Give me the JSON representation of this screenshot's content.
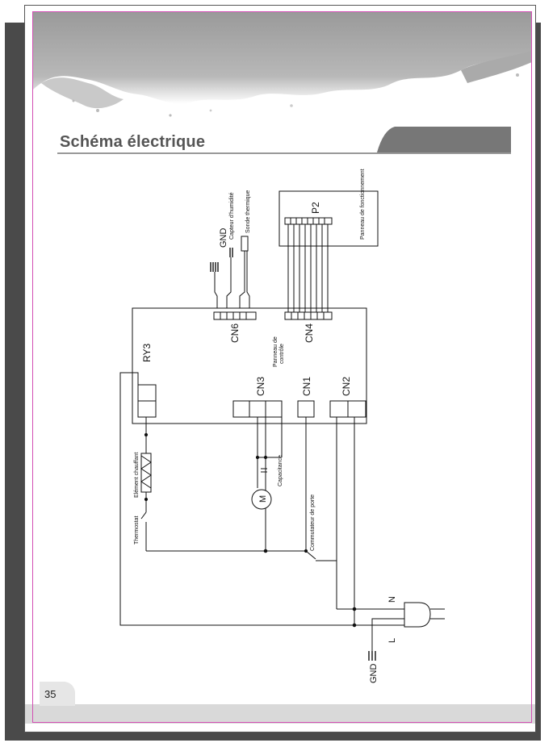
{
  "page": {
    "title": "Schéma électrique",
    "page_number": "35"
  },
  "diagram": {
    "gnd_top": "GND",
    "humidity_sensor": "Capteur d'humidité",
    "thermal_probe": "Sonde thermique",
    "p2": "P2",
    "operation_panel": "Panneau de fonctionnement",
    "cn6": "CN6",
    "cn4": "CN4",
    "ry3": "RY3",
    "control_panel_line1": "Panneau de",
    "control_panel_line2": "contrôle",
    "cn3": "CN3",
    "cn1": "CN1",
    "cn2": "CN2",
    "heating_element": "Elément chauffant",
    "thermostat": "Thermostat",
    "capacitance": "Capacitance",
    "motor": "M",
    "door_switch": "Commutateur de porte",
    "neutral": "N",
    "live": "L",
    "gnd_bottom": "GND"
  },
  "colors": {
    "trim": "#d34fb4",
    "title_text": "#555555",
    "title_tab": "#777777"
  }
}
